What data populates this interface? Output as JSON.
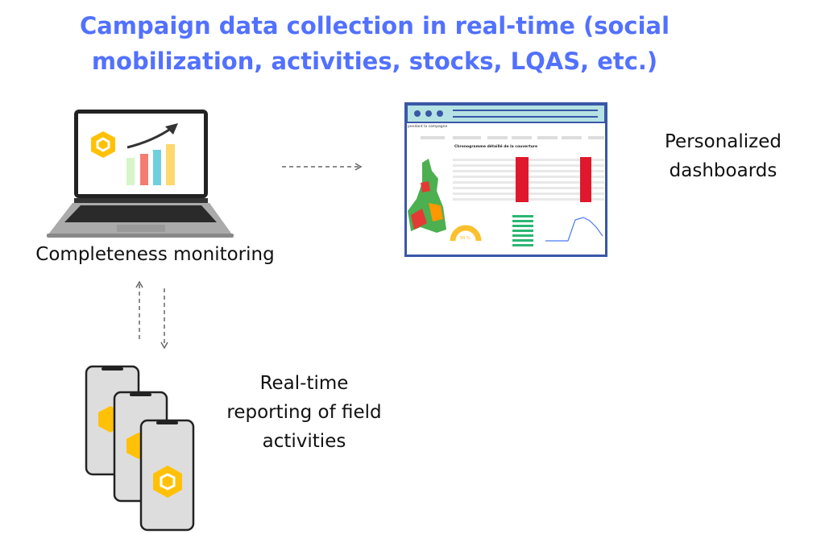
{
  "title": {
    "line1": "Campaign data collection in real-time (social",
    "line2": "mobilization, activities, stocks, LQAS, etc.)"
  },
  "colors": {
    "title": "#5271ff",
    "logo": "#ffc107",
    "dashboard_frame": "#3a57a7",
    "dashboard_header": "#b5e3e3"
  },
  "laptop": {
    "caption": "Completeness monitoring",
    "logo_icon": "hexagon-logo-icon",
    "chart_icon": "growth-bar-chart-icon"
  },
  "dashboard": {
    "caption": "Personalized dashboards",
    "header_text": "pendant la campagne",
    "section_title": "Chronogramme détaillé de la couverture",
    "gauge_value": "89 %"
  },
  "phones": {
    "caption": "Real-time reporting of field activities",
    "logo_icon": "hexagon-logo-icon"
  }
}
